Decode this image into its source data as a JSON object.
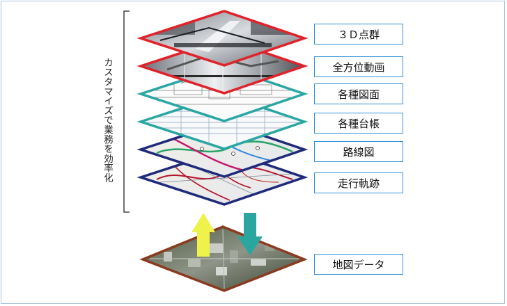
{
  "bracket_label": "カスタマイズで業務を効率化",
  "layers": [
    {
      "label": "３Ｄ点群",
      "border_color": "#e0232a",
      "content": "point-cloud-photo"
    },
    {
      "label": "全方位動画",
      "border_color": "#e0232a",
      "content": "panoramic-video-frames"
    },
    {
      "label": "各種図面",
      "border_color": "#2aa7a3",
      "content": "drawings"
    },
    {
      "label": "各種台帳",
      "border_color": "#2aa7a3",
      "content": "ledgers"
    },
    {
      "label": "路線図",
      "border_color": "#1f2a7a",
      "content": "route-map"
    },
    {
      "label": "走行軌跡",
      "border_color": "#1f2a7a",
      "content": "driving-track-map"
    }
  ],
  "base_layer": {
    "label": "地図データ",
    "border_color": "#8a3a1e",
    "content": "aerial-photo"
  },
  "arrows": [
    {
      "direction": "up",
      "color": "#eef24a"
    },
    {
      "direction": "down",
      "color": "#2aa59f"
    }
  ],
  "colors": {
    "tag_border": "#2f8fd8",
    "frame_border": "#a8c3dc"
  }
}
